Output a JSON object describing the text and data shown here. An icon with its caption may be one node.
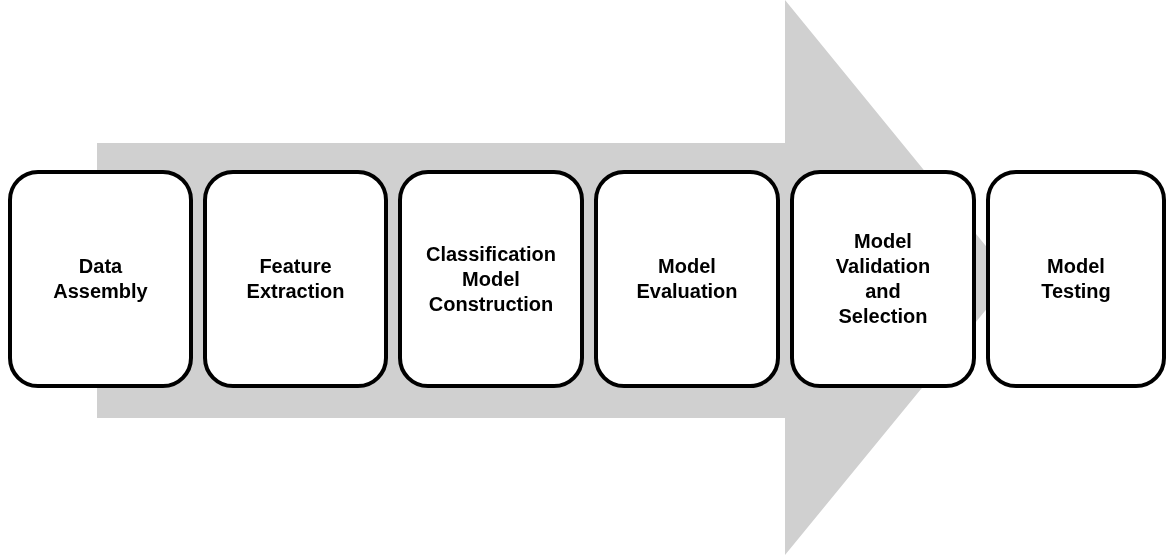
{
  "diagram": {
    "nodes": [
      {
        "text": [
          "Data Assembly"
        ]
      },
      {
        "text": [
          "Feature Extraction"
        ]
      },
      {
        "text": [
          "Classification Model Construction"
        ]
      },
      {
        "text": [
          "Model Evaluation"
        ]
      },
      {
        "text": [
          "Model Validation and Selection"
        ]
      },
      {
        "text": [
          "Model Testing"
        ]
      }
    ],
    "edges": [
      {
        "from": 0,
        "to": 5,
        "arrow": "to"
      }
    ]
  }
}
